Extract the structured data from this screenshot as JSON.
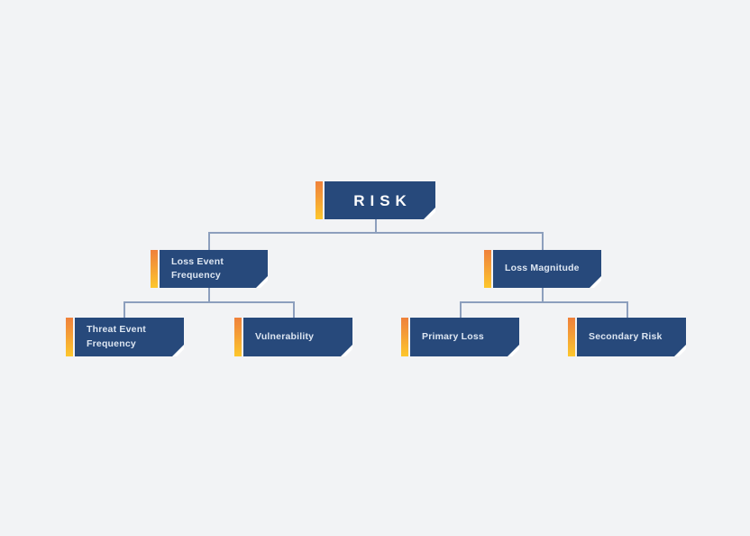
{
  "diagram": {
    "type": "hierarchy-tree",
    "nodes": {
      "risk": {
        "label": "RISK"
      },
      "loss_event_frequency": {
        "label": "Loss Event Frequency"
      },
      "loss_magnitude": {
        "label": "Loss Magnitude"
      },
      "threat_event_frequency": {
        "label": "Threat Event Frequency"
      },
      "vulnerability": {
        "label": "Vulnerability"
      },
      "primary_loss": {
        "label": "Primary Loss"
      },
      "secondary_risk": {
        "label": "Secondary Risk"
      }
    },
    "structure": {
      "risk": [
        "loss_event_frequency",
        "loss_magnitude"
      ],
      "loss_event_frequency": [
        "threat_event_frequency",
        "vulnerability"
      ],
      "loss_magnitude": [
        "primary_loss",
        "secondary_risk"
      ]
    }
  },
  "colors": {
    "background": "#f2f3f5",
    "box_fill": "#27497b",
    "stripe_gradient_top": "#ef813b",
    "stripe_gradient_bottom": "#fdc72c",
    "connector_line": "#8d9fbd",
    "root_label_text": "#ffffff",
    "node_label_text": "#dde6f2",
    "corner_fold": "#ffffff"
  }
}
